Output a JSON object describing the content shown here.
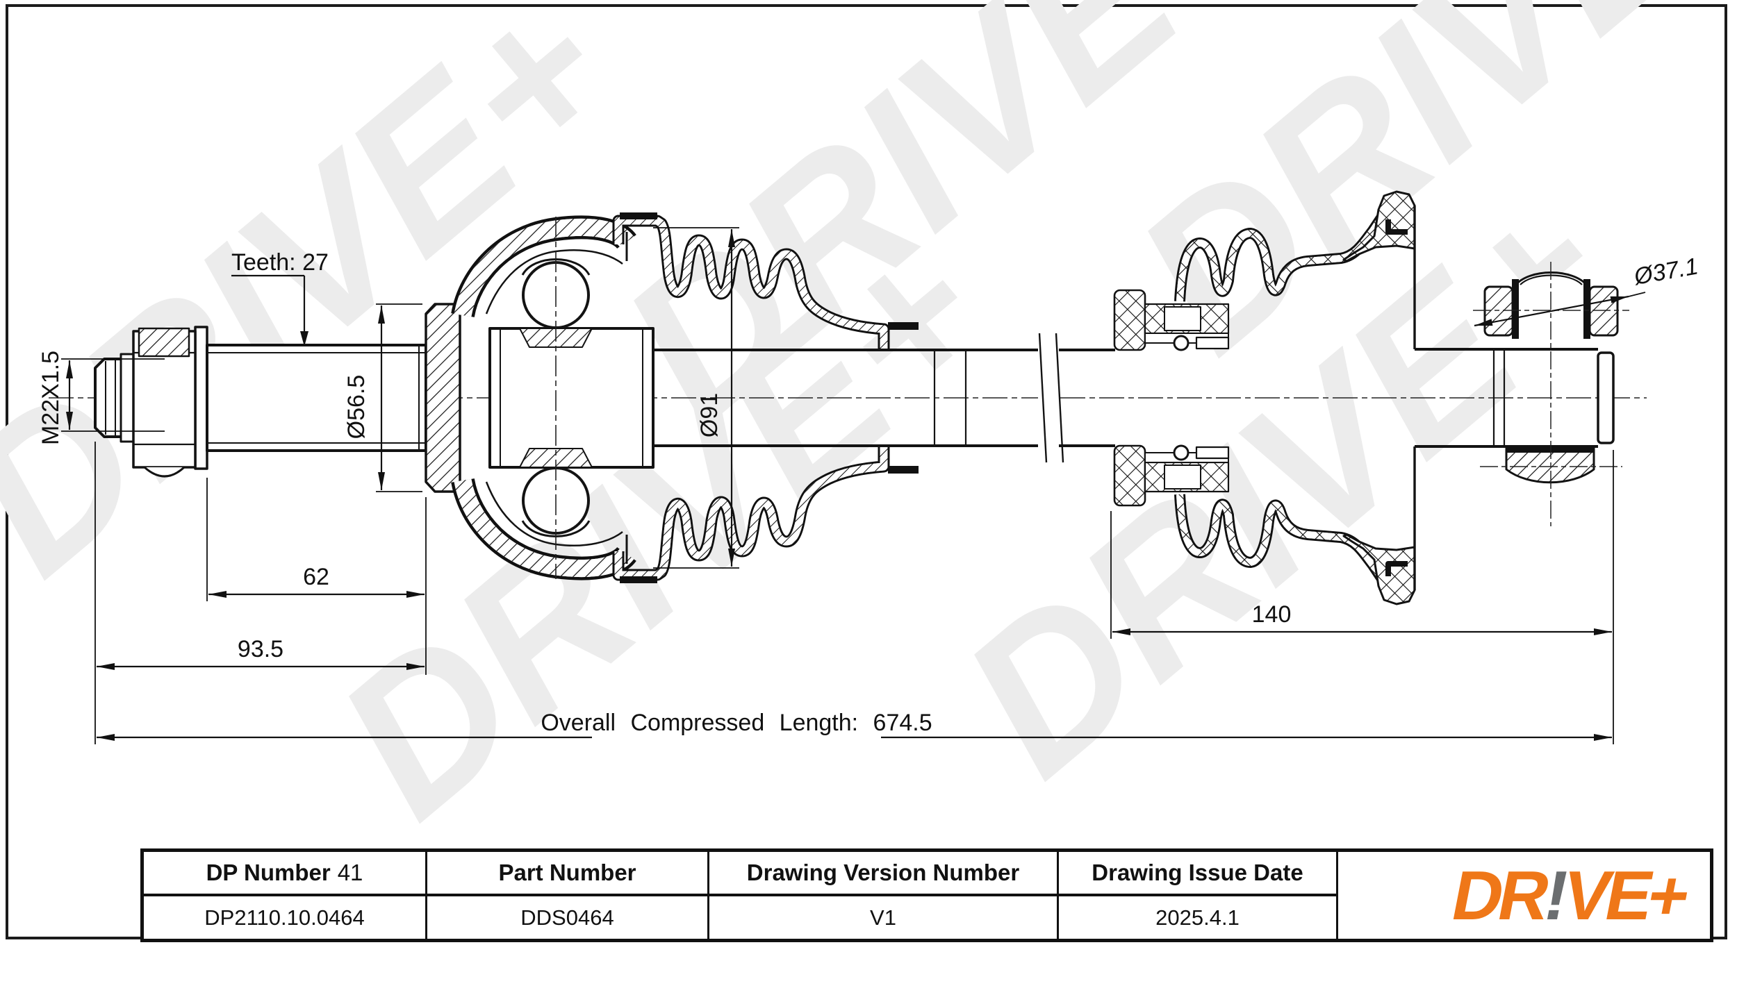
{
  "drawing": {
    "labels": {
      "teeth": "Teeth: 27",
      "thread": "M22X1.5",
      "dia_56": "Ø56.5",
      "dia_91": "Ø91",
      "dia_37": "Ø37.1",
      "dim_62": "62",
      "dim_93_5": "93.5",
      "dim_140": "140",
      "overall": "Overall Compressed Length: 674.5"
    },
    "watermark": "DRIVE+"
  },
  "table": {
    "columns": [
      {
        "header": "DP Number",
        "header_suffix": "41",
        "value": "DP2110.10.0464"
      },
      {
        "header": "Part Number",
        "header_suffix": "",
        "value": "DDS0464"
      },
      {
        "header": "Drawing Version Number",
        "header_suffix": "",
        "value": "V1"
      },
      {
        "header": "Drawing Issue Date",
        "header_suffix": "",
        "value": "2025.4.1"
      }
    ],
    "logo": {
      "part1": "DR",
      "bang": "!",
      "part2": "VE+",
      "orange": "#EF7718",
      "gray": "#6B6E70"
    }
  }
}
